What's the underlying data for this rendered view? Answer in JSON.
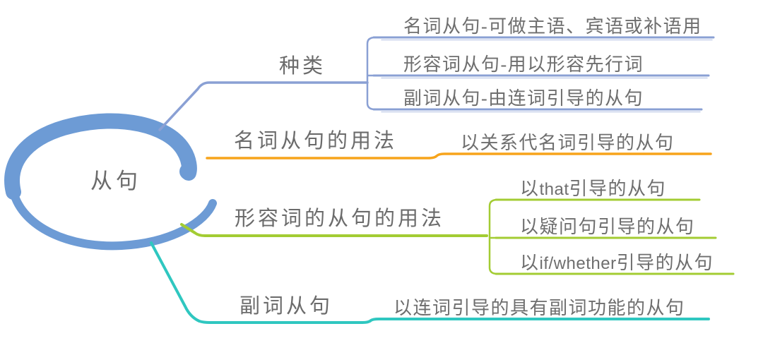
{
  "root": {
    "label": "从句",
    "color": "#6D9BD5"
  },
  "text_color": "#6B6B6B",
  "branches": [
    {
      "label": "种类",
      "color": "#8AA0D4",
      "echo_color": "#C6D0EA",
      "children": [
        {
          "label": "名词从句-可做主语、宾语或补语用"
        },
        {
          "label": "形容词从句-用以形容先行词"
        },
        {
          "label": "副词从句-由连词引导的从句"
        }
      ]
    },
    {
      "label": "名词从句的用法",
      "color": "#F7A41B",
      "children": [
        {
          "label": "以关系代名词引导的从句"
        }
      ]
    },
    {
      "label": "形容词的从句的用法",
      "color": "#A3CC33",
      "children": [
        {
          "pre": "以",
          "latin": "that",
          "post": "引导的从句"
        },
        {
          "label": "以疑问句引导的从句"
        },
        {
          "pre": "以",
          "latin": "if/whether",
          "post": "引导的从句"
        }
      ]
    },
    {
      "label": "副词从句",
      "color": "#2FC7C0",
      "children": [
        {
          "label": "以连词引导的具有副词功能的从句"
        }
      ]
    }
  ]
}
